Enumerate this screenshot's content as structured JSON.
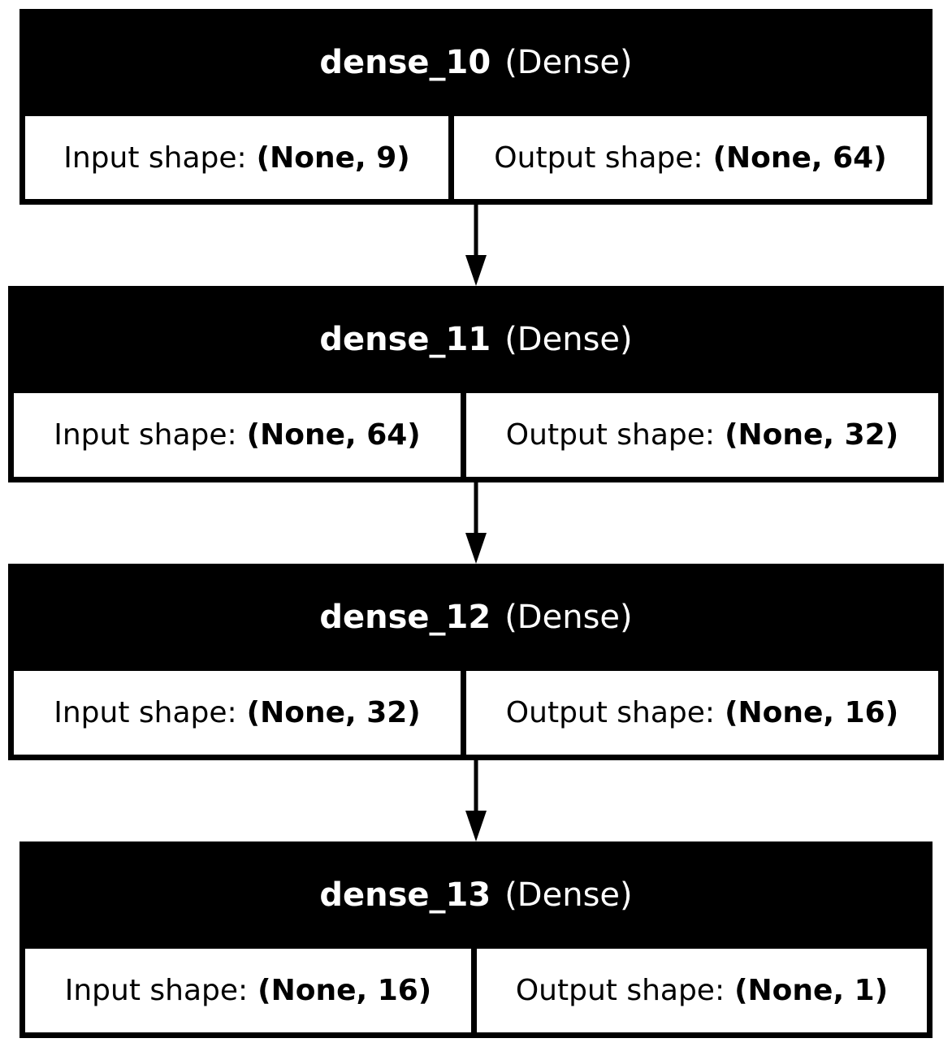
{
  "layers": [
    {
      "name": "dense_10",
      "type": "(Dense)",
      "input_label": "Input shape:",
      "input_shape": "(None, 9)",
      "output_label": "Output shape:",
      "output_shape": "(None, 64)"
    },
    {
      "name": "dense_11",
      "type": "(Dense)",
      "input_label": "Input shape:",
      "input_shape": "(None, 64)",
      "output_label": "Output shape:",
      "output_shape": "(None, 32)"
    },
    {
      "name": "dense_12",
      "type": "(Dense)",
      "input_label": "Input shape:",
      "input_shape": "(None, 32)",
      "output_label": "Output shape:",
      "output_shape": "(None, 16)"
    },
    {
      "name": "dense_13",
      "type": "(Dense)",
      "input_label": "Input shape:",
      "input_shape": "(None, 16)",
      "output_label": "Output shape:",
      "output_shape": "(None, 1)"
    }
  ],
  "edges": [
    {
      "from": "dense_10",
      "to": "dense_11"
    },
    {
      "from": "dense_11",
      "to": "dense_12"
    },
    {
      "from": "dense_12",
      "to": "dense_13"
    }
  ],
  "colors": {
    "line": "#000000",
    "header_bg": "#000000",
    "header_text": "#ffffff",
    "cell_bg": "#ffffff"
  }
}
